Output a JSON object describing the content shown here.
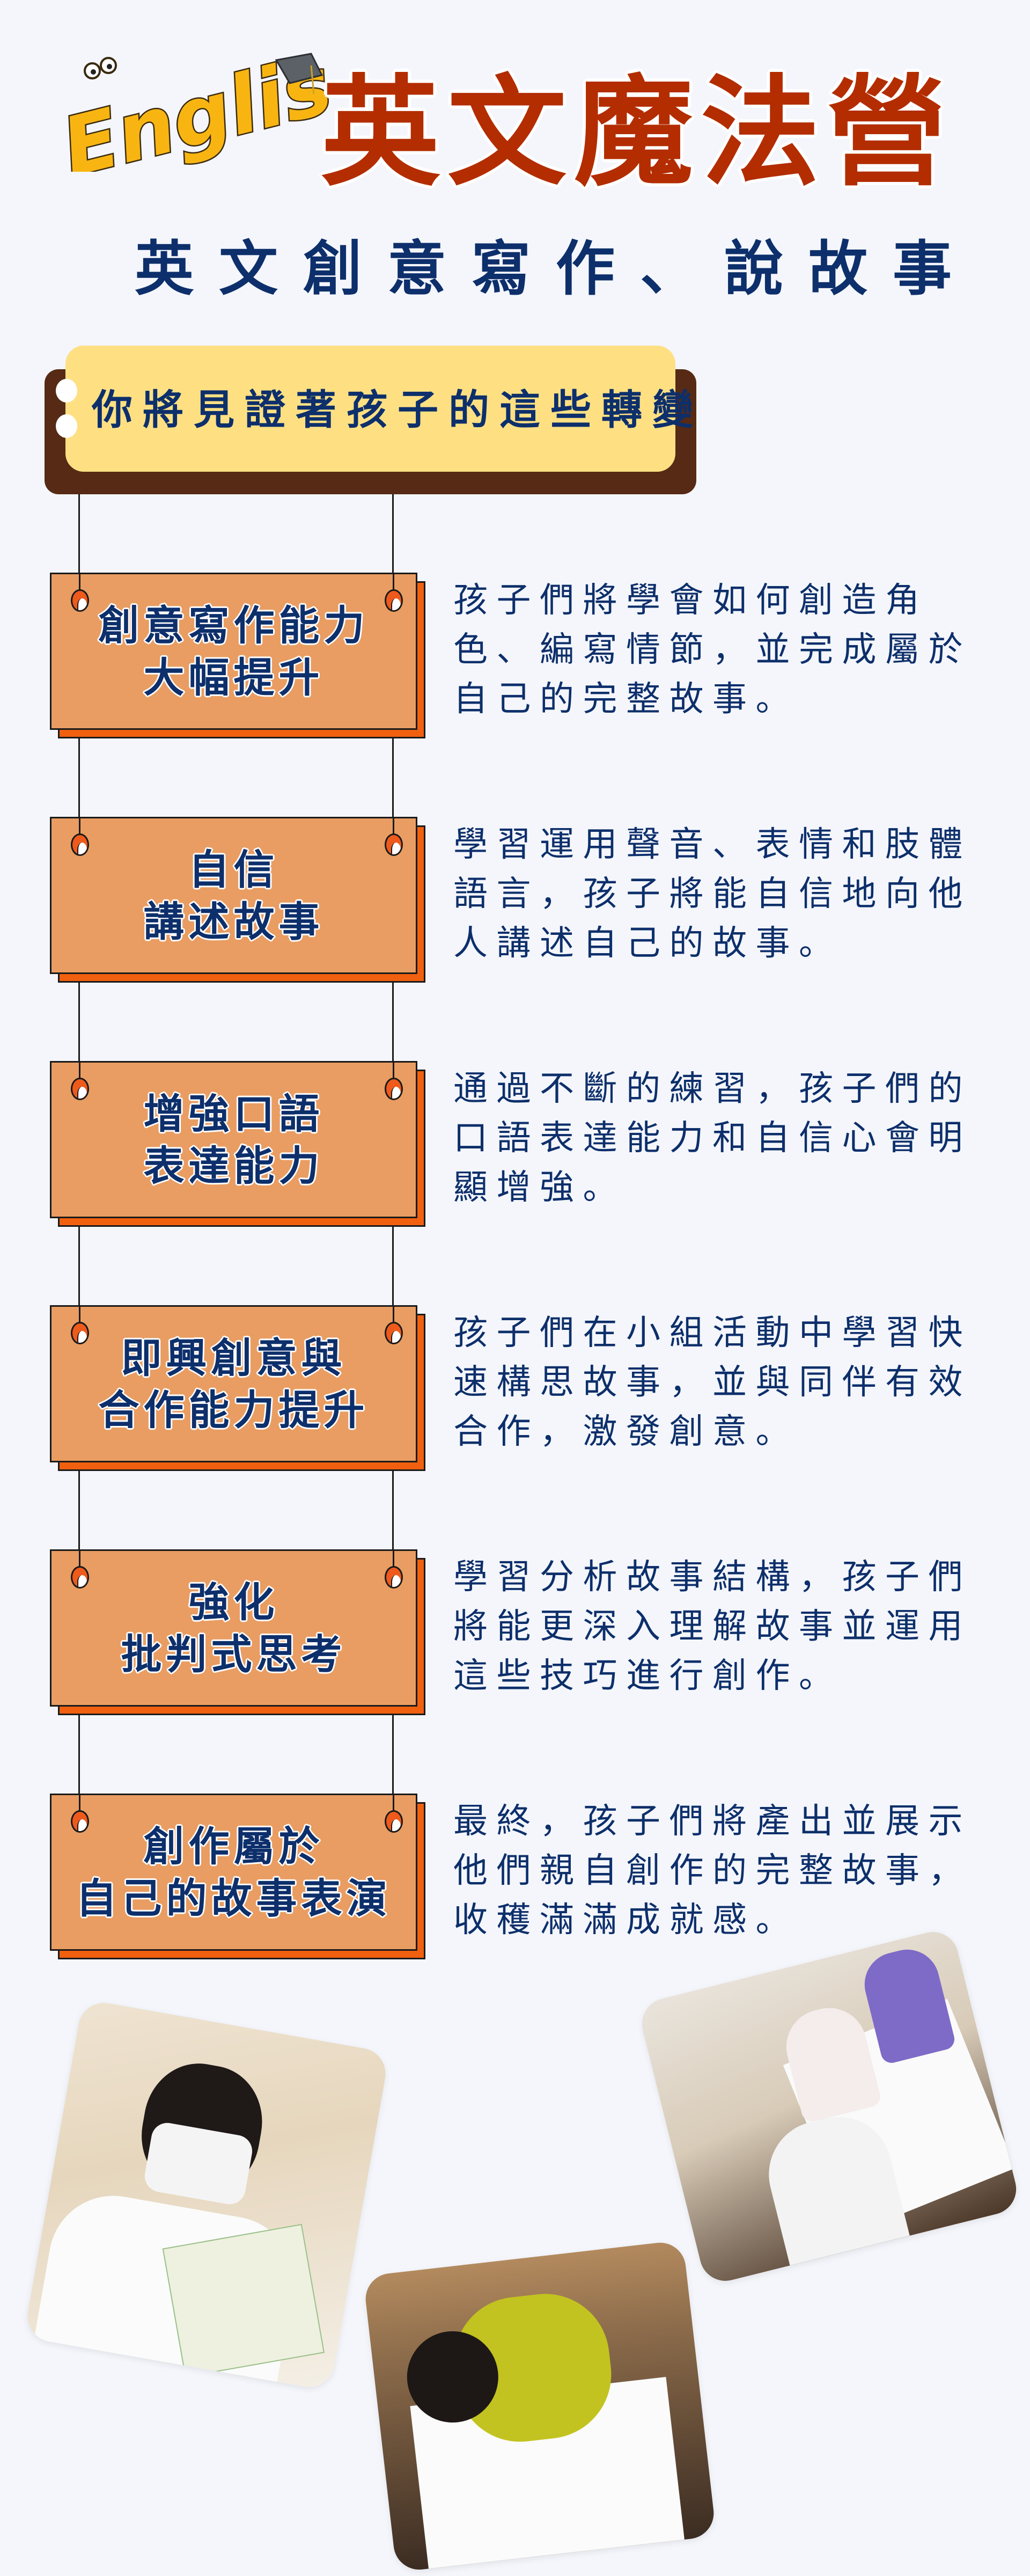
{
  "logo": {
    "text": "English"
  },
  "header": {
    "title": "英文魔法營",
    "subtitle": "英文創意寫作、說故事"
  },
  "banner": {
    "text": "你將見證著孩子的這些轉變"
  },
  "colors": {
    "background": "#f4f6fb",
    "title_red": "#b32d00",
    "navy": "#0d2f6b",
    "card_fill": "#e99d62",
    "card_shadow": "#f0600f",
    "banner_yellow": "#fee083",
    "banner_brown": "#562a14"
  },
  "outcomes": [
    {
      "title": [
        "創意寫作能力",
        "大幅提升"
      ],
      "desc": [
        "孩子們將學會如何創造角",
        "色、編寫情節，並完成屬於",
        "自己的完整故事。"
      ]
    },
    {
      "title": [
        "自信",
        "講述故事"
      ],
      "desc": [
        "學習運用聲音、表情和肢體",
        "語言，孩子將能自信地向他",
        "人講述自己的故事。"
      ]
    },
    {
      "title": [
        "增強口語",
        "表達能力"
      ],
      "desc": [
        "通過不斷的練習，孩子們的",
        "口語表達能力和自信心會明",
        "顯增強。"
      ]
    },
    {
      "title": [
        "即興創意與",
        "合作能力提升"
      ],
      "desc": [
        "孩子們在小組活動中學習快",
        "速構思故事，並與同伴有效",
        "合作，激發創意。"
      ]
    },
    {
      "title": [
        "強化",
        "批判式思考"
      ],
      "desc": [
        "學習分析故事結構，孩子們",
        "將能更深入理解故事並運用",
        "這些技巧進行創作。"
      ]
    },
    {
      "title": [
        "創作屬於",
        "自己的故事表演"
      ],
      "desc": [
        "最終，孩子們將產出並展示",
        "他們親自創作的完整故事，",
        "收穫滿滿成就感。"
      ]
    }
  ],
  "photos": [
    {
      "subject": "boy-holding-drawing"
    },
    {
      "subject": "boy-writing-poster"
    },
    {
      "subject": "kids-group-poster"
    }
  ]
}
